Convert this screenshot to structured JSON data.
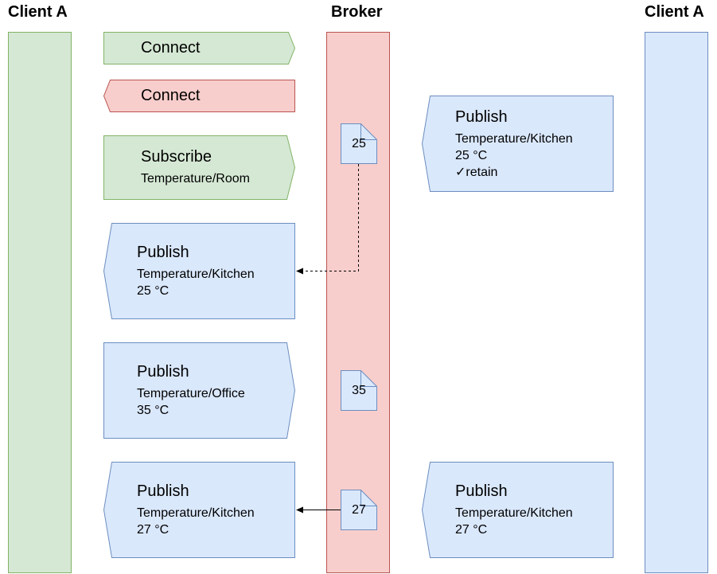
{
  "headers": {
    "left": "Client A",
    "middle": "Broker",
    "right": "Client A"
  },
  "colors": {
    "green_fill": "#d5e8d4",
    "green_stroke": "#82b366",
    "red_fill": "#f8cecc",
    "red_stroke": "#b85450",
    "blue_fill": "#dae8fc",
    "blue_stroke": "#6c8ebf"
  },
  "messages": {
    "connect_out": {
      "title": "Connect"
    },
    "connect_ack": {
      "title": "Connect"
    },
    "subscribe": {
      "title": "Subscribe",
      "topic": "Temperature/Room"
    },
    "publish_retained_in": {
      "title": "Publish",
      "topic": "Temperature/Kitchen",
      "value": "25 °C",
      "flag": "✓retain"
    },
    "publish_delivered_1": {
      "title": "Publish",
      "topic": "Temperature/Kitchen",
      "value": "25 °C"
    },
    "publish_office": {
      "title": "Publish",
      "topic": "Temperature/Office",
      "value": "35 °C"
    },
    "publish_delivered_2": {
      "title": "Publish",
      "topic": "Temperature/Kitchen",
      "value": "27 °C"
    },
    "publish_right_2": {
      "title": "Publish",
      "topic": "Temperature/Kitchen",
      "value": "27 °C"
    }
  },
  "broker_store": {
    "doc1": "25",
    "doc2": "35",
    "doc3": "27"
  }
}
